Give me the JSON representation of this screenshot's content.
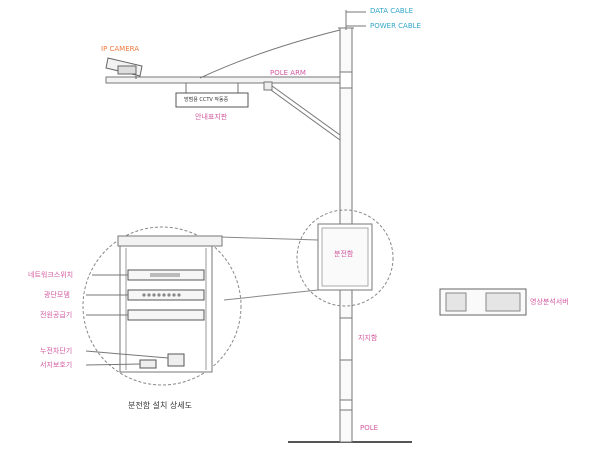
{
  "labels": {
    "data_cable": "DATA CABLE",
    "power_cable": "POWER CABLE",
    "ip_camera": "IP CAMERA",
    "pole_arm": "POLE ARM",
    "sign_text": "방범용 CCTV 작동중",
    "sign_caption": "안내표지판",
    "cabinet_label": "분전함",
    "network_switch": "네트워크스위치",
    "optical_modem": "광단모뎀",
    "power_supply": "전원공급기",
    "breaker": "누전차단기",
    "surge_protector": "서지보호기",
    "detail_caption": "분전함 설치 상세도",
    "box_label": "지지함",
    "pole_label": "POLE",
    "analyzer_label": "영상분석서버"
  },
  "colors": {
    "line": "#777777",
    "label_pink": "#d25aa0",
    "label_cyan": "#33a6c9",
    "label_orange": "#ef7a3c"
  }
}
